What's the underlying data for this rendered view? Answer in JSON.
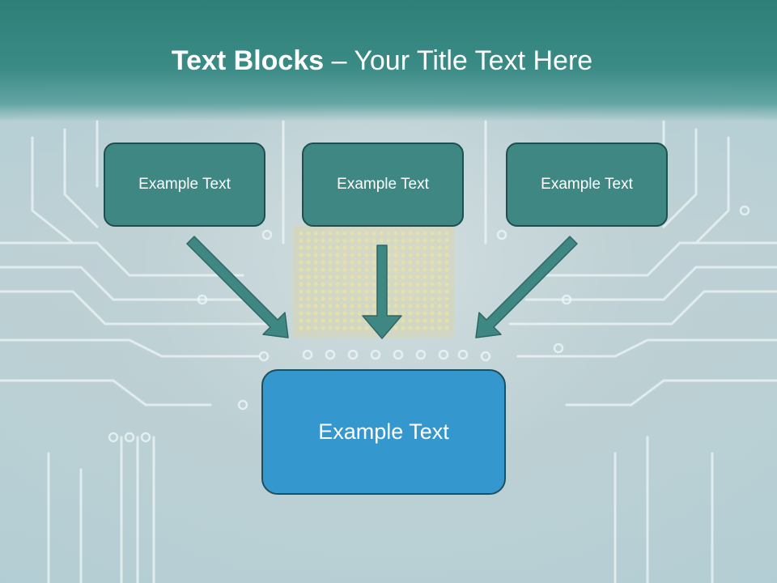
{
  "title": {
    "bold": "Text Blocks",
    "rest": " – Your Title Text Here"
  },
  "blocks": {
    "top": [
      "Example Text",
      "Example Text",
      "Example Text"
    ],
    "main": "Example Text"
  },
  "colors": {
    "header": "#3a8a85",
    "box_top_fill": "#3f8783",
    "box_top_border": "#1f4f4f",
    "box_main_fill": "#3498cf",
    "arrow_fill": "#3f8783",
    "text": "#ffffff"
  }
}
